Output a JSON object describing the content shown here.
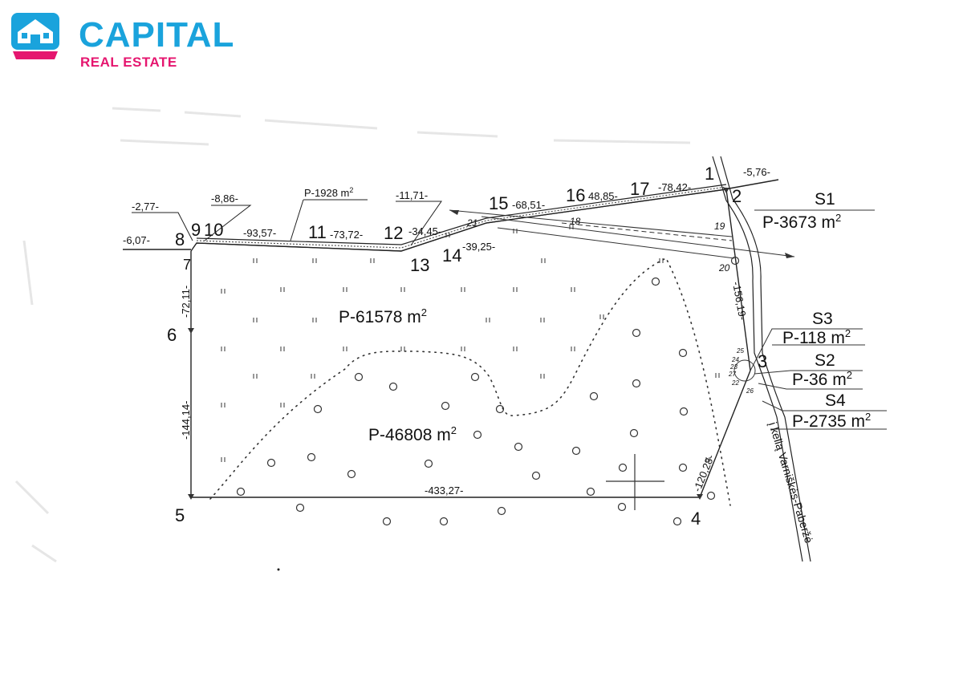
{
  "brand": {
    "name": "CAPITAL",
    "tagline": "REAL ESTATE",
    "primary_color": "#1aa3dc",
    "accent_color": "#e5166f",
    "icon": "house-logo-icon"
  },
  "plan": {
    "points": [
      "1",
      "2",
      "3",
      "4",
      "5",
      "6",
      "7",
      "8",
      "9",
      "10",
      "11",
      "12",
      "13",
      "14",
      "15",
      "16",
      "17"
    ],
    "small_points": [
      "18",
      "19",
      "20",
      "21",
      "22",
      "23",
      "24",
      "25",
      "26",
      "27"
    ],
    "dimensions": {
      "d_8_left": "-6,07-",
      "d_9_top": "-2,77-",
      "d_10_top": "-8,86-",
      "d_10_11": "-93,57-",
      "d_11_12": "-73,72-",
      "d_12_top": "-11,71-",
      "d_12_14": "-34,45-",
      "d_14_15": "-39,25-",
      "d_15_16": "-68,51-",
      "d_16_17": "48,85-",
      "d_17_1": "-78,42-",
      "d_2_top": "-5,76-",
      "d_2_3": "-156,19-",
      "d_3_4": "-120,28-",
      "d_4_5": "-433,27-",
      "d_5_6": "-144,14-",
      "d_6_7": "-72,11-"
    },
    "areas": {
      "strip": "P-1928 m",
      "main": "P-61578 m",
      "forest": "P-46808 m",
      "s1_label": "S1",
      "s1_area": "P-3673 m",
      "s3_label": "S3",
      "s3_area": "P-118 m",
      "s2_label": "S2",
      "s2_area": "P-36 m",
      "s4_label": "S4",
      "s4_area": "P-2735 m",
      "sup": "2"
    },
    "road_label": "į kelią Varniškės-Paberžė"
  }
}
